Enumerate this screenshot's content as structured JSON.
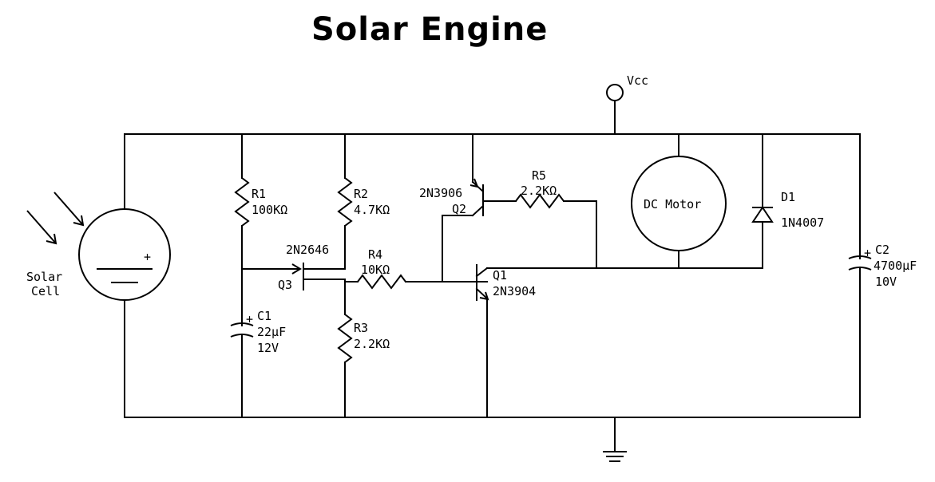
{
  "title": "Solar Engine",
  "vcc_label": "Vcc",
  "solar_cell": {
    "line1": "Solar",
    "line2": "Cell",
    "plus": "+"
  },
  "components": {
    "r1": {
      "name": "R1",
      "value": "100KΩ"
    },
    "r2": {
      "name": "R2",
      "value": "4.7KΩ"
    },
    "r3": {
      "name": "R3",
      "value": "2.2KΩ"
    },
    "r4": {
      "name": "R4",
      "value": "10KΩ"
    },
    "r5": {
      "name": "R5",
      "value": "2.2KΩ"
    },
    "c1": {
      "name": "C1",
      "value": "22µF",
      "voltage": "12V",
      "plus": "+"
    },
    "c2": {
      "name": "C2",
      "value": "4700µF",
      "voltage": "10V",
      "plus": "+"
    },
    "q1": {
      "name": "Q1",
      "part": "2N3904"
    },
    "q2": {
      "name": "Q2",
      "part": "2N3906"
    },
    "q3": {
      "name": "Q3",
      "part": "2N2646"
    },
    "d1": {
      "name": "D1",
      "part": "1N4007"
    },
    "motor": {
      "label": "DC Motor"
    }
  }
}
